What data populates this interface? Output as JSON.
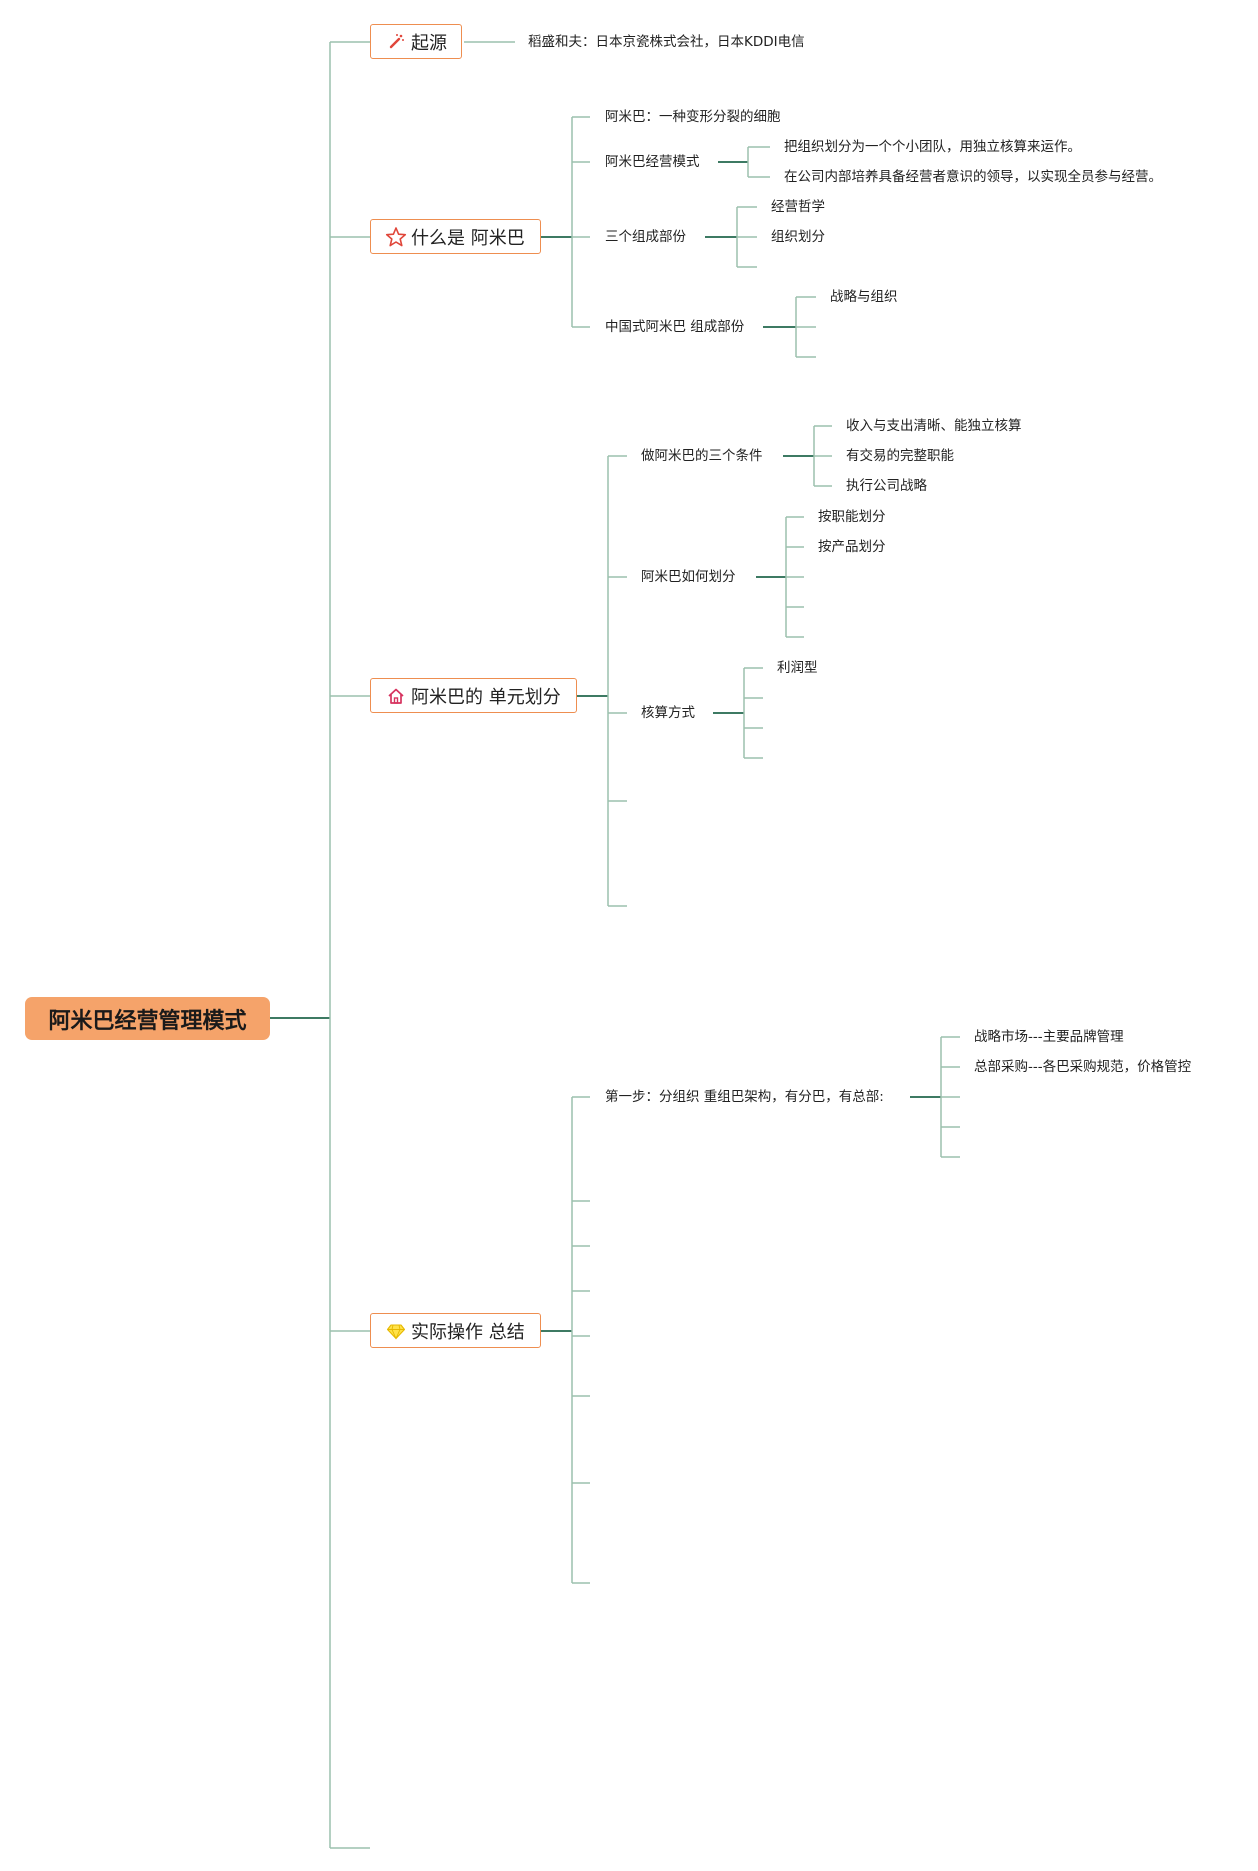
{
  "root": {
    "label": "阿米巴经营管理模式"
  },
  "topics": {
    "origin": {
      "label": "起源",
      "icon": "wand-icon",
      "detail": "稻盛和夫：日本京瓷株式会社，日本KDDI电信"
    },
    "what": {
      "label": "什么是 阿米巴",
      "icon": "star-icon",
      "items": {
        "cell": "阿米巴：一种变形分裂的细胞",
        "mode": {
          "label": "阿米巴经营模式",
          "children": [
            "把组织划分为一个个小团队，用独立核算来运作。",
            "在公司内部培养具备经营者意识的领导，以实现全员参与经营。"
          ]
        },
        "three": {
          "label": "三个组成部份",
          "children": [
            "经营哲学",
            "组织划分"
          ]
        },
        "china": {
          "label": "中国式阿米巴 组成部份",
          "children": [
            "战略与组织"
          ]
        }
      }
    },
    "unit": {
      "label": "阿米巴的 单元划分",
      "icon": "home-icon",
      "items": {
        "conditions": {
          "label": "做阿米巴的三个条件",
          "children": [
            "收入与支出清晰、能独立核算",
            "有交易的完整职能",
            "执行公司战略"
          ]
        },
        "divide": {
          "label": "阿米巴如何划分",
          "children": [
            "按职能划分",
            "按产品划分"
          ]
        },
        "accounting": {
          "label": "核算方式",
          "children": [
            "利润型"
          ]
        }
      }
    },
    "practice": {
      "label": "实际操作 总结",
      "icon": "gem-icon",
      "items": {
        "step1": {
          "label": "第一步：分组织 重组巴架构，有分巴，有总部:",
          "children": [
            "战略市场---主要品牌管理",
            "总部采购---各巴采购规范，价格管控"
          ]
        }
      }
    }
  },
  "colors": {
    "root_fill": "#f5a36a",
    "topic_border": "#ee8e50",
    "connector": "#9cc0ad",
    "connector_dark": "#3d7a63"
  }
}
